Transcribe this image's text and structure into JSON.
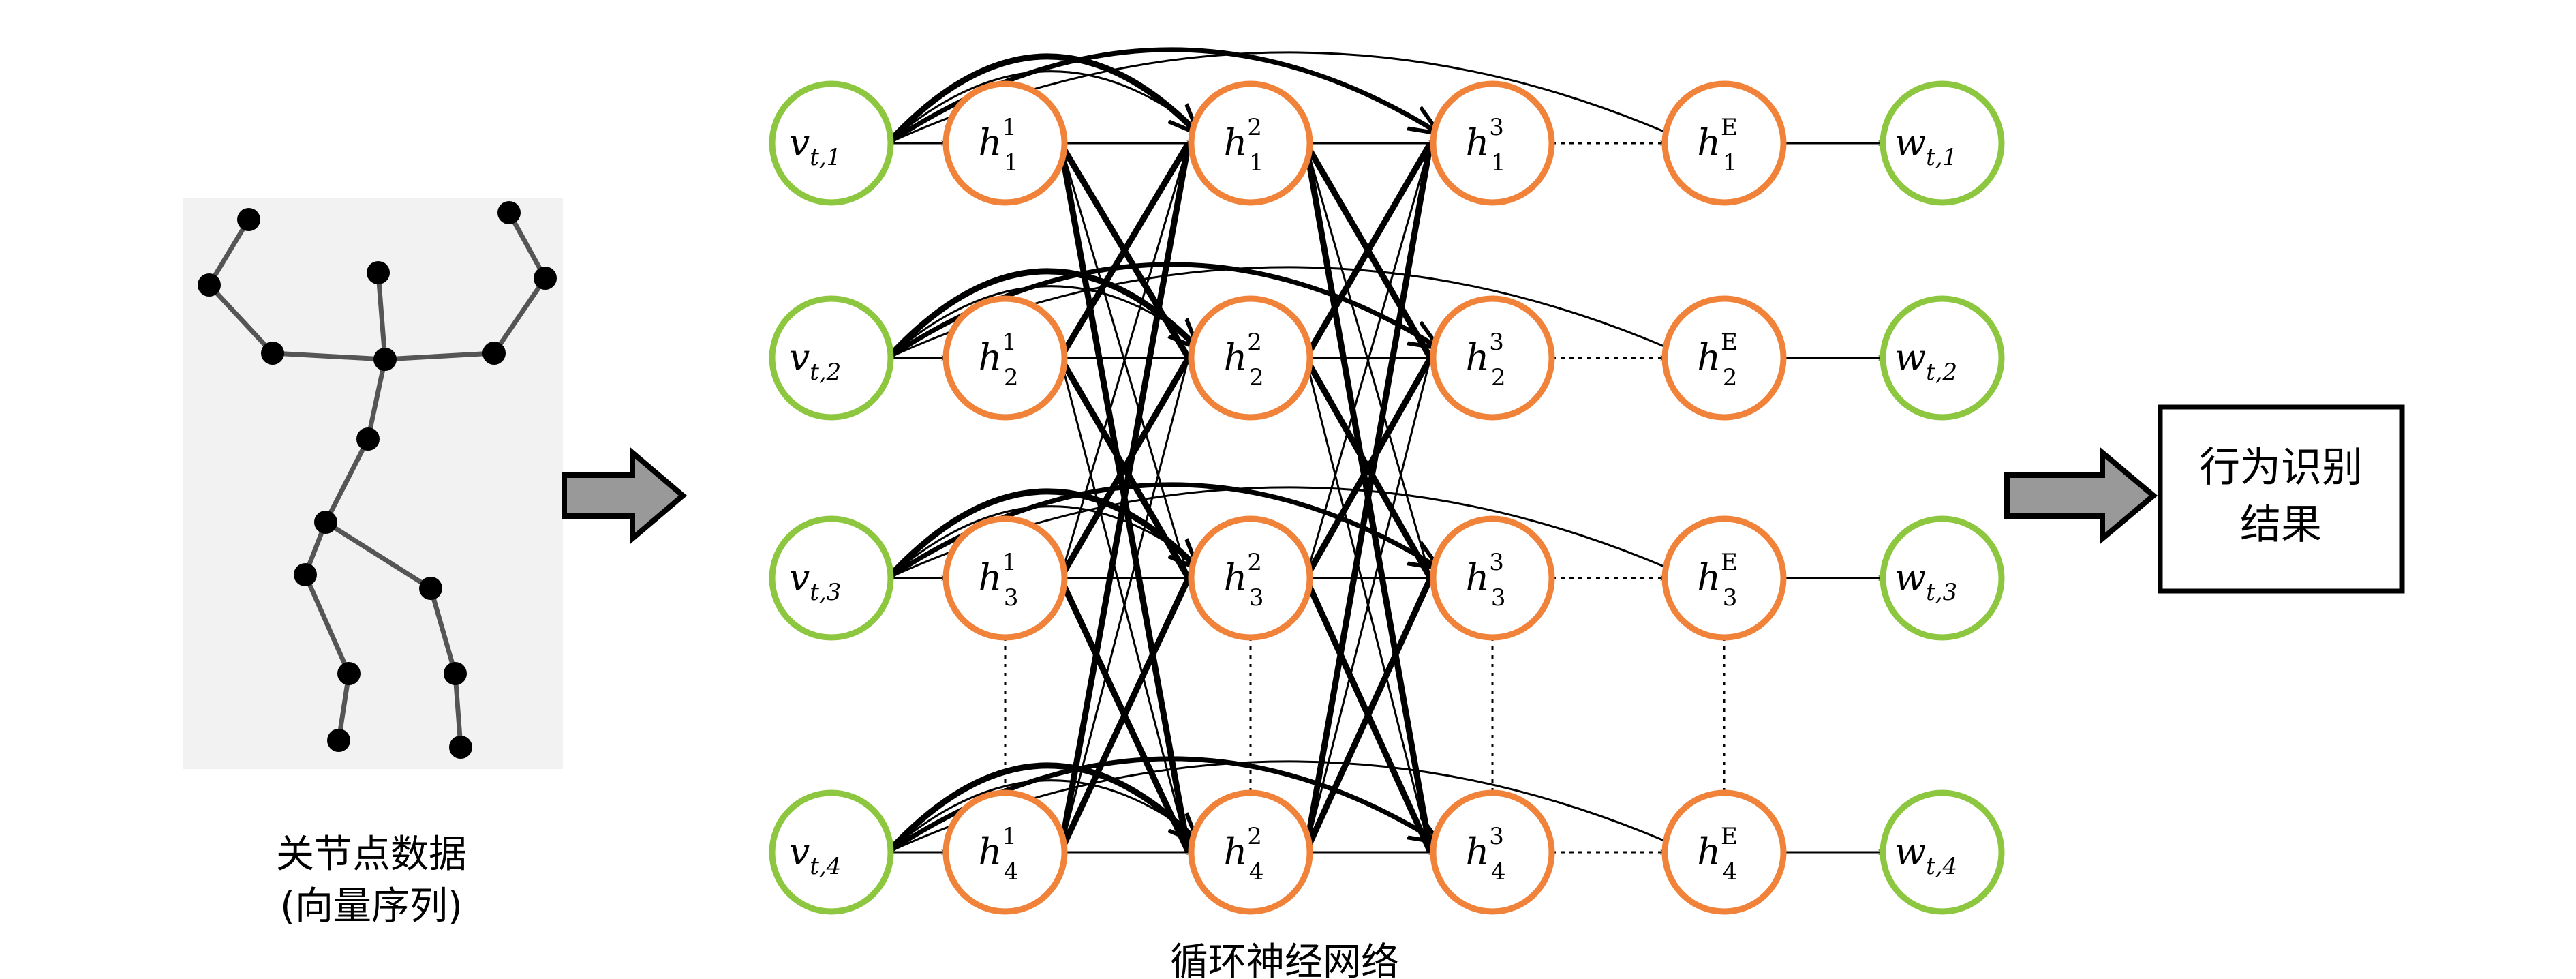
{
  "left_caption": {
    "line1": "关节点数据",
    "line2": "(向量序列)"
  },
  "center_caption": "循环神经网络",
  "result_box": {
    "line1": "行为识别",
    "line2": "结果"
  },
  "colors": {
    "io_node": "#8dc63f",
    "hidden_node": "#f0823a",
    "arrow_fill": "#999999",
    "edge": "#000000",
    "skeleton_bg": "#f2f2f2"
  },
  "rows": [
    {
      "input": {
        "base": "v",
        "sub": "t,1"
      },
      "h1": {
        "base": "h",
        "sup": "1",
        "sub": "1"
      },
      "h2": {
        "base": "h",
        "sup": "2",
        "sub": "1"
      },
      "h3": {
        "base": "h",
        "sup": "3",
        "sub": "1"
      },
      "hE": {
        "base": "h",
        "sup": "E",
        "sub": "1"
      },
      "output": {
        "base": "w",
        "sub": "t,1"
      }
    },
    {
      "input": {
        "base": "v",
        "sub": "t,2"
      },
      "h1": {
        "base": "h",
        "sup": "1",
        "sub": "2"
      },
      "h2": {
        "base": "h",
        "sup": "2",
        "sub": "2"
      },
      "h3": {
        "base": "h",
        "sup": "3",
        "sub": "2"
      },
      "hE": {
        "base": "h",
        "sup": "E",
        "sub": "2"
      },
      "output": {
        "base": "w",
        "sub": "t,2"
      }
    },
    {
      "input": {
        "base": "v",
        "sub": "t,3"
      },
      "h1": {
        "base": "h",
        "sup": "1",
        "sub": "3"
      },
      "h2": {
        "base": "h",
        "sup": "2",
        "sub": "3"
      },
      "h3": {
        "base": "h",
        "sup": "3",
        "sub": "3"
      },
      "hE": {
        "base": "h",
        "sup": "E",
        "sub": "3"
      },
      "output": {
        "base": "w",
        "sub": "t,3"
      }
    },
    {
      "input": {
        "base": "v",
        "sub": "t,4"
      },
      "h1": {
        "base": "h",
        "sup": "1",
        "sub": "4"
      },
      "h2": {
        "base": "h",
        "sup": "2",
        "sub": "4"
      },
      "h3": {
        "base": "h",
        "sup": "3",
        "sub": "4"
      },
      "hE": {
        "base": "h",
        "sup": "E",
        "sub": "4"
      },
      "output": {
        "base": "w",
        "sub": "t,4"
      }
    }
  ]
}
